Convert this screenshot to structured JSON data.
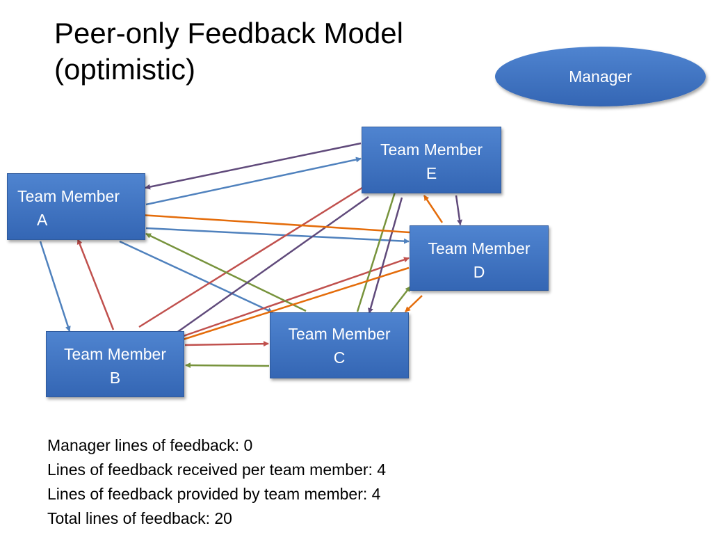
{
  "title": {
    "line1": "Peer-only Feedback Model",
    "line2": "(optimistic)"
  },
  "manager": {
    "label": "Manager"
  },
  "members": {
    "a": {
      "line1": "Team Member",
      "line2": "A"
    },
    "b": {
      "line1": "Team Member",
      "line2": "B"
    },
    "c": {
      "line1": "Team Member",
      "line2": "C"
    },
    "d": {
      "line1": "Team Member",
      "line2": "D"
    },
    "e": {
      "line1": "Team Member",
      "line2": "E"
    }
  },
  "colors": {
    "box": "#3a6fbf",
    "blue_arrow": "#4f81bd",
    "red_arrow": "#c0504d",
    "green_arrow": "#77933c",
    "purple_arrow": "#604a7b",
    "orange_arrow": "#e46c0a"
  },
  "stats": [
    "Manager lines of feedback: 0",
    "Lines of feedback received per team member: 4",
    "Lines of feedback provided by team member: 4",
    "Total lines of feedback: 20"
  ]
}
